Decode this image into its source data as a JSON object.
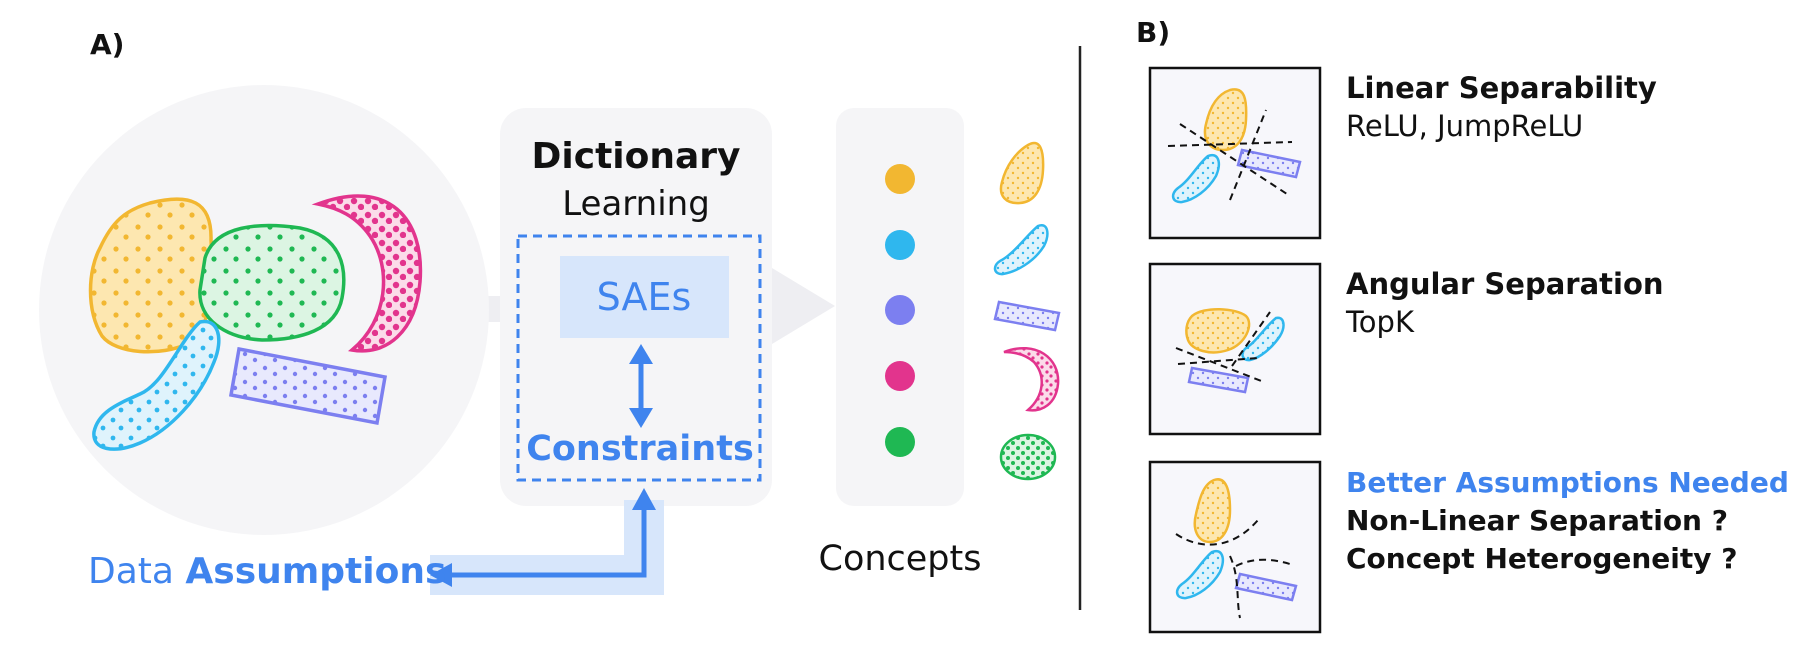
{
  "panel_a": {
    "label": "A)",
    "dictionary_bold": "Dictionary",
    "dictionary_rest": "Learning",
    "saes": "SAEs",
    "constraints": "Constraints",
    "data_word": "Data",
    "assumptions_word": "Assumptions",
    "concepts_label": "Concepts"
  },
  "panel_b": {
    "label": "B)",
    "rows": [
      {
        "title": "Linear Separability",
        "subtitle": "ReLU, JumpReLU"
      },
      {
        "title": "Angular Separation",
        "subtitle": "TopK"
      },
      {
        "title": "Better Assumptions Needed ?",
        "line2": "Non-Linear Separation ?",
        "line3": "Concept Heterogeneity ?"
      }
    ]
  },
  "colors": {
    "yellow": "#f2b731",
    "cyan": "#2fb7ee",
    "purple": "#7c7ff0",
    "pink": "#e2348d",
    "green": "#1fb853",
    "blue": "#3f84ee",
    "dark": "#111111"
  }
}
